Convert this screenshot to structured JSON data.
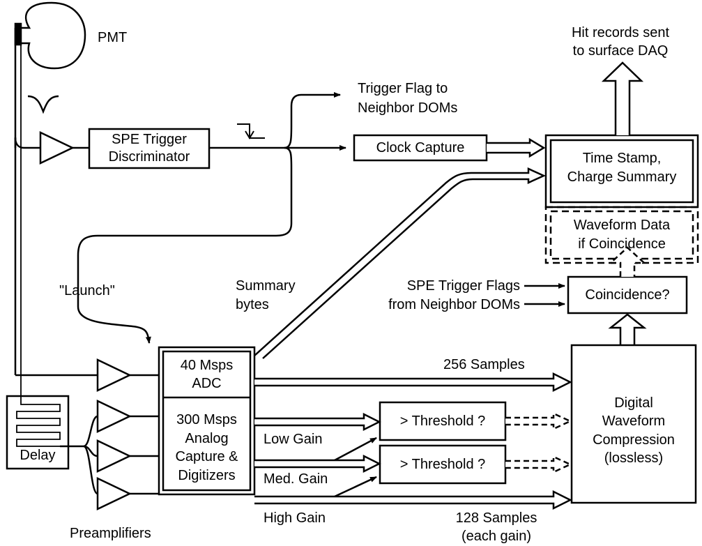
{
  "labels": {
    "pmt": "PMT",
    "hit_records_1": "Hit records sent",
    "hit_records_2": "to surface DAQ",
    "trigger_flag_1": "Trigger Flag to",
    "trigger_flag_2": "Neighbor DOMs",
    "spe_disc_1": "SPE Trigger",
    "spe_disc_2": "Discriminator",
    "clock_capture": "Clock Capture",
    "time_stamp_1": "Time Stamp,",
    "time_stamp_2": "Charge Summary",
    "waveform_data_1": "Waveform Data",
    "waveform_data_2": "if Coincidence",
    "launch": "\"Launch\"",
    "summary_1": "Summary",
    "summary_2": "bytes",
    "spe_flags_1": "SPE Trigger Flags",
    "spe_flags_2": "from Neighbor DOMs",
    "coincidence": "Coincidence?",
    "adc_1": "40 Msps",
    "adc_2": "ADC",
    "samples_256": "256 Samples",
    "digitizer_1": "300 Msps",
    "digitizer_2": "Analog",
    "digitizer_3": "Capture &",
    "digitizer_4": "Digitizers",
    "low_gain": "Low Gain",
    "med_gain": "Med. Gain",
    "high_gain": "High Gain",
    "threshold_1": "> Threshold ?",
    "threshold_2": "> Threshold ?",
    "compression_1": "Digital",
    "compression_2": "Waveform",
    "compression_3": "Compression",
    "compression_4": "(lossless)",
    "delay": "Delay",
    "preamplifiers": "Preamplifiers",
    "samples_128": "128 Samples",
    "each_gain": "(each gain)"
  }
}
